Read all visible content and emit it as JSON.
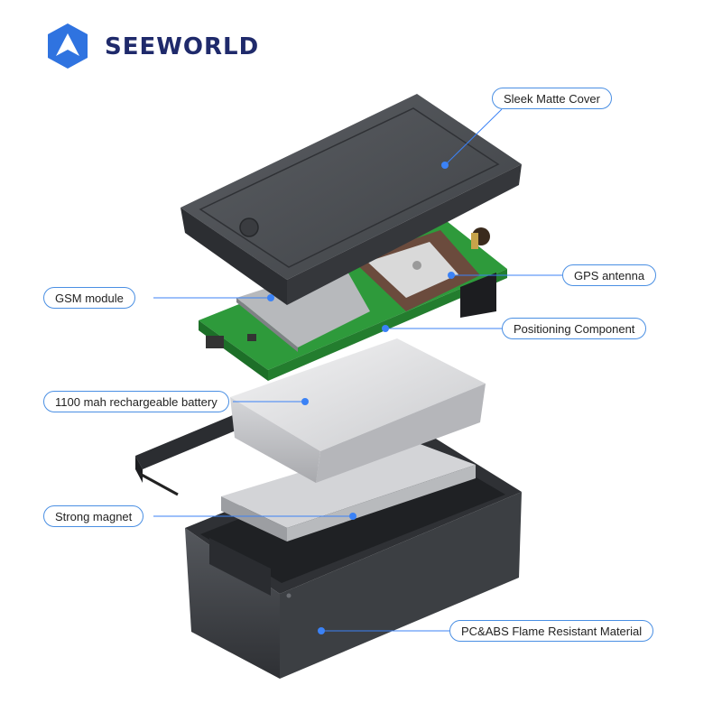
{
  "brand": {
    "name": "SEEWORLD",
    "logo_icon": "hexagon-arrow-icon",
    "color": "#1f2a6b",
    "icon_color": "#2f73e0"
  },
  "accent_color": "#3b82f6",
  "callouts": {
    "cover": "Sleek Matte Cover",
    "gps": "GPS antenna",
    "gsm": "GSM module",
    "positioning": "Positioning Component",
    "battery": "1100 mah rechargeable battery",
    "magnet": "Strong magnet",
    "material": "PC&ABS Flame Resistant Material"
  }
}
